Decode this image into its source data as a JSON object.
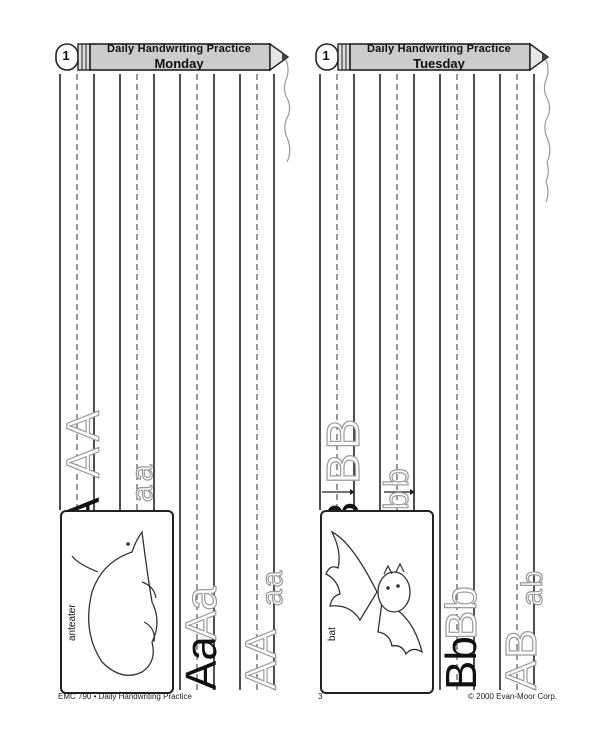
{
  "panels": [
    {
      "number": "1",
      "title": "Daily Handwriting Practice",
      "day": "Monday",
      "upper_model": "A",
      "upper_trace": "AA",
      "lower_model": "a",
      "lower_trace": "aa",
      "pair_model": "Aa",
      "pair_trace": "Aa",
      "combo_trace": "AA",
      "combo_trace2": "aa",
      "picture_caption": "anteater",
      "picture_icon": "anteater-illustration"
    },
    {
      "number": "1",
      "title": "Daily Handwriting Practice",
      "day": "Tuesday",
      "upper_model": "B",
      "upper_trace": "BB",
      "lower_model": "b",
      "lower_trace": "bb",
      "pair_model": "Bb",
      "pair_trace": "Bb",
      "combo_trace": "AB",
      "combo_trace2": "ab",
      "picture_caption": "bat",
      "picture_icon": "bat-illustration"
    }
  ],
  "footer": {
    "left": "EMC 790 • Daily Handwriting Practice",
    "page_number": "3",
    "right": "© 2000 Evan-Moor Corp."
  }
}
